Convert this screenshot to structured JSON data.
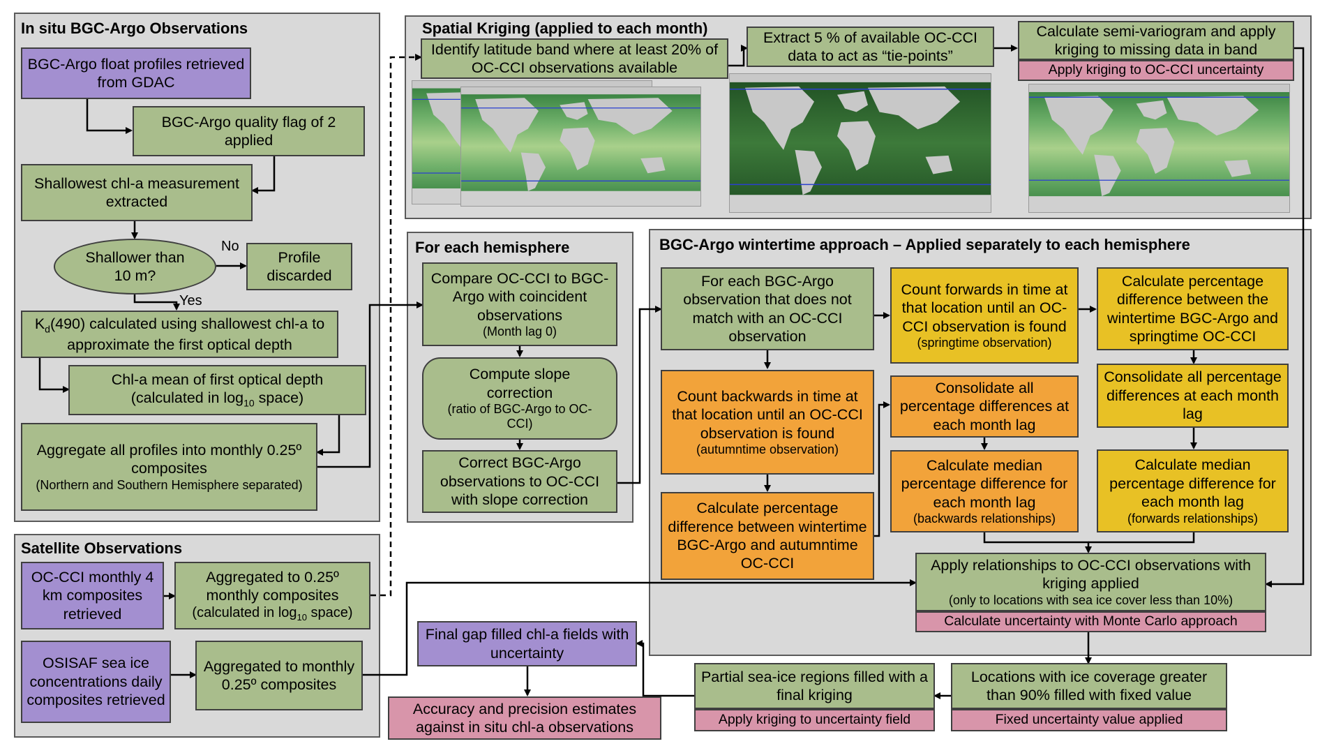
{
  "panels": {
    "insitu": "In situ BGC-Argo Observations",
    "satellite": "Satellite Observations",
    "kriging": "Spatial Kriging (applied to each month)",
    "hemisphere": "For each hemisphere",
    "wintertime": "BGC-Argo wintertime approach – Applied separately to each hemisphere"
  },
  "insitu": {
    "gdac": "BGC-Argo float profiles retrieved from GDAC",
    "flag": "BGC-Argo quality flag of 2 applied",
    "shallowest": "Shallowest chl-a measurement extracted",
    "decision": "Shallower than 10 m?",
    "no_label": "No",
    "yes_label": "Yes",
    "discarded": "Profile discarded",
    "kd_pre": "K",
    "kd_sub": "d",
    "kd_post": "(490) calculated using shallowest chl-a to approximate the first optical depth",
    "mean_line1": "Chl-a mean of first optical depth",
    "mean_pre": "(calculated in log",
    "mean_sub": "10",
    "mean_post": " space)",
    "aggregate": "Aggregate all profiles into monthly 0.25º composites",
    "aggregate_small": "(Northern and Southern Hemisphere separated)"
  },
  "satellite": {
    "occci": "OC-CCI monthly 4 km composites retrieved",
    "agg_occci": "Aggregated to 0.25º monthly composites",
    "agg_occci_pre": "(calculated in log",
    "agg_occci_sub": "10",
    "agg_occci_post": " space)",
    "osisaf": "OSISAF sea ice concentrations daily composites retrieved",
    "agg_osisaf": "Aggregated to monthly 0.25º composites"
  },
  "kriging": {
    "identify": "Identify latitude band where at least 20% of OC-CCI observations available",
    "extract": "Extract 5 % of available OC-CCI data to act as “tie-points”",
    "calculate": "Calculate semi-variogram and apply kriging to missing data in band",
    "uncertainty": "Apply kriging to OC-CCI uncertainty"
  },
  "hemisphere": {
    "compare": "Compare OC-CCI to BGC-Argo with coincident observations",
    "compare_small": "(Month lag 0)",
    "slope": "Compute slope correction",
    "slope_small": "(ratio of BGC-Argo to OC-CCI)",
    "correct": "Correct BGC-Argo observations to OC-CCI with slope correction"
  },
  "wintertime": {
    "foreach": "For each BGC-Argo observation that does not match with an OC-CCI observation",
    "forwards": "Count forwards in time at that location until an OC-CCI observation is found",
    "forwards_small": "(springtime observation)",
    "spring_diff": "Calculate percentage difference between the wintertime BGC-Argo and springtime OC-CCI",
    "backwards": "Count backwards in time at that location until an OC-CCI observation is found",
    "backwards_small": "(autumntime observation)",
    "consolidate_back": "Consolidate all percentage differences at each month lag",
    "consolidate_fwd": "Consolidate all percentage differences at each month lag",
    "autumn_diff": "Calculate percentage difference between wintertime BGC-Argo and autumntime OC-CCI",
    "median_back": "Calculate median percentage difference for each month lag",
    "median_back_small": "(backwards relationships)",
    "median_fwd": "Calculate median percentage difference for each month lag",
    "median_fwd_small": "(forwards relationships)",
    "apply": "Apply relationships to OC-CCI observations with kriging applied",
    "apply_small": "(only to locations with sea ice cover less than 10%)",
    "monte_carlo": "Calculate uncertainty with Monte Carlo approach"
  },
  "final": {
    "gapfilled": "Final gap filled chl-a fields with uncertainty",
    "accuracy": "Accuracy and precision estimates against in situ chl-a observations",
    "partial": "Partial sea-ice regions filled with a final kriging",
    "partial_unc": "Apply kriging to uncertainty field",
    "locations": "Locations with ice coverage greater than 90% filled with fixed value",
    "fixed_unc": "Fixed uncertainty value applied"
  },
  "colors": {
    "green": "#a9bd8c",
    "purple": "#a38fd0",
    "orange": "#f2a33a",
    "yellow": "#e8c125",
    "pink": "#d895aa",
    "panel": "#d9d9d9"
  }
}
